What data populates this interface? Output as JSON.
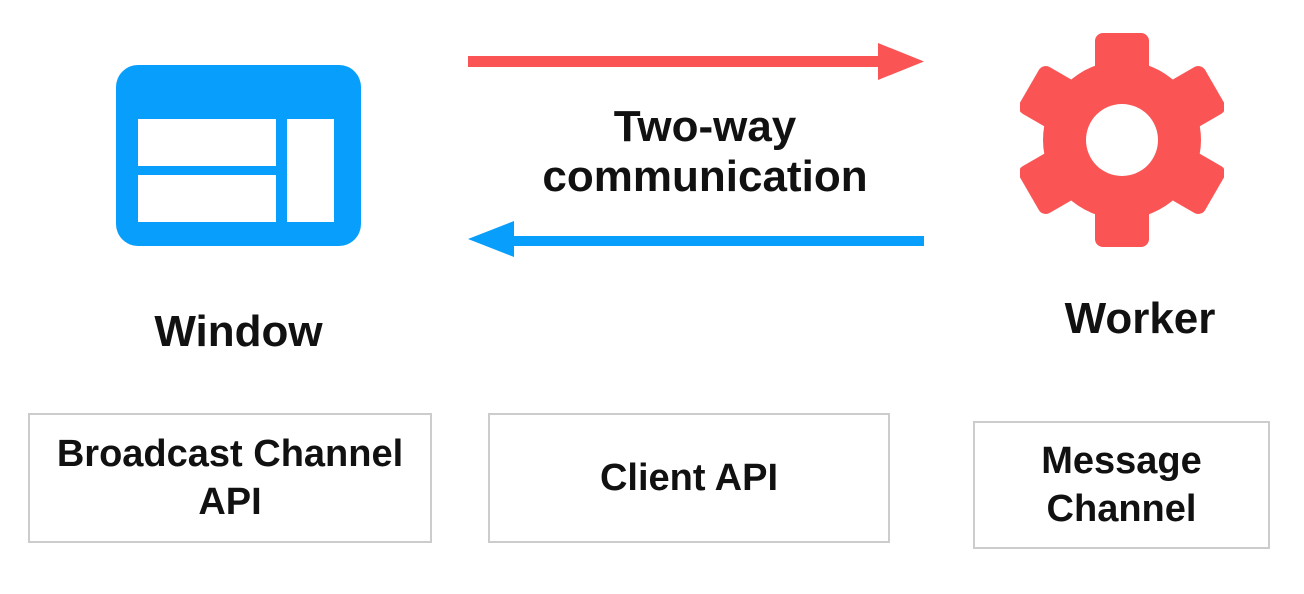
{
  "diagram": {
    "window": {
      "label": "Window",
      "icon": "window-icon"
    },
    "worker": {
      "label": "Worker",
      "icon": "gear-icon"
    },
    "communication": {
      "label": "Two-way communication",
      "forward_arrow": "arrow-right-red",
      "backward_arrow": "arrow-left-blue"
    },
    "api_boxes": [
      {
        "label": "Broadcast Channel API"
      },
      {
        "label": "Client API"
      },
      {
        "label": "Message Channel"
      }
    ],
    "colors": {
      "blue": "#079ffb",
      "red": "#fb5454",
      "text": "#111111",
      "box_border": "#cccccc",
      "background": "#ffffff"
    }
  }
}
